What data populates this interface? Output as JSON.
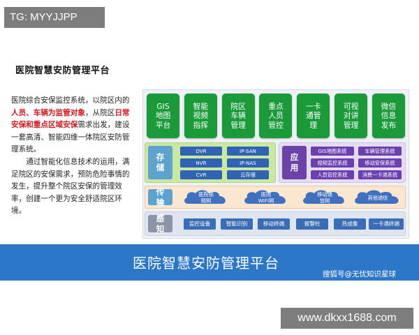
{
  "tg_badge": "TG: MYYJJPP",
  "slide_title": "医院智慧安防管理平台",
  "description": {
    "p1_a": "医院综合安保监控系统，以院区内的",
    "p1_hl1": "人员、车辆为监管对象",
    "p1_b": "，从院区",
    "p1_hl2": "日常安保和重点区域安保",
    "p1_c": "需求出发，建设一套高清、智能四维一体院区安防管理系统。",
    "p2": "通过智能化信息技术的运用，满足院区的安保需求，预防危险事情的发生，提升整个院区安保的管理效率，创建一个更为安全舒适院区环境。"
  },
  "diagram": {
    "apps": [
      "GIS\n地图\n平台",
      "智能\n视频\n指挥",
      "院区\n车辆\n管理",
      "重点\n人员\n管控",
      "一卡\n通管\n理",
      "可视\n对讲\n管理",
      "微信\n信息\n发布"
    ],
    "storage": {
      "label": "存\n储",
      "items": [
        "DVR",
        "IP-SAN",
        "NVR",
        "IP-NAS",
        "CVR",
        "云存储"
      ]
    },
    "application": {
      "label": "应\n用",
      "items": [
        "GIS地图系统",
        "车辆管理系统",
        "视频监控系统",
        "移动安保系统",
        "人员管控系统",
        "消费一卡通系统"
      ]
    },
    "transport": {
      "label": "传\n输",
      "items": [
        "医院视\n频网",
        "医院\nWIFI网",
        "移动通\n信网",
        "其他通信"
      ]
    },
    "sensing": {
      "label": "感\n知",
      "items": [
        "监控设备",
        "智能识别",
        "移动终端",
        "报警柱",
        "热成像",
        "一卡通终端"
      ]
    },
    "colors": {
      "app_green": "#1b9a3a",
      "storage_green": "#cbe8a0",
      "app_purple": "#6a42a8",
      "transport_orange": "#fbe6cf",
      "sensing_gray": "#dfe5ee",
      "chip_blue": "#2f63b3"
    }
  },
  "banner": {
    "title": "医院智慧安防管理平台",
    "watermark": "搜狐号@无忧知识星球",
    "color": "#2d77c8"
  },
  "url_badge": "www.dkxx1688.com"
}
